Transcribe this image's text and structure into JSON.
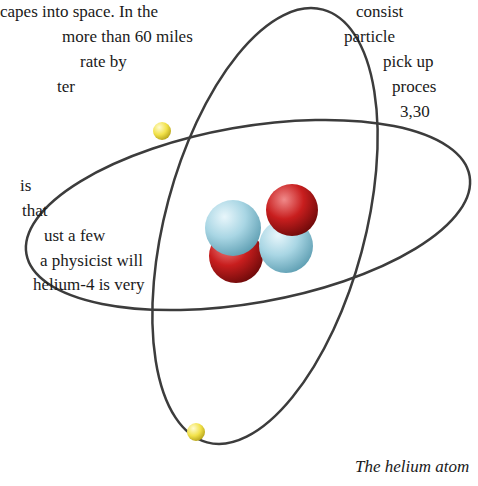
{
  "diagram": {
    "caption": "The helium atom",
    "labels": [
      "capes into space. In the",
      "more than 60 miles",
      "rate by",
      "ter",
      "is",
      "that",
      "ust a few",
      "a physicist will",
      "helium-4 is very",
      "consist",
      "particle",
      "pick up",
      "proces",
      "3,30"
    ]
  }
}
